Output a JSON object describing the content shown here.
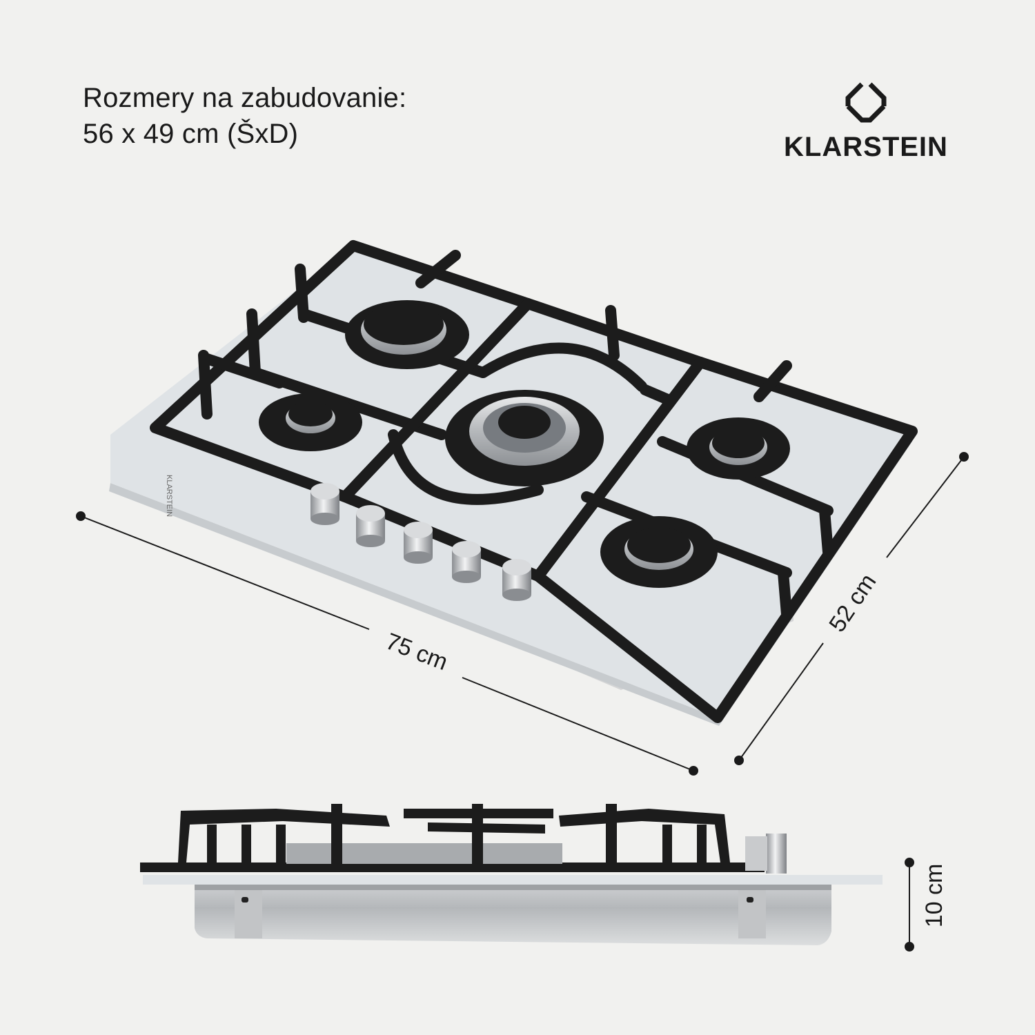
{
  "headline": {
    "line1": "Rozmery na zabudovanie:",
    "line2": "56 x 49 cm (ŠxD)"
  },
  "brand": {
    "name": "KLARSTEIN",
    "panel_logo_text": "KLARSTEIN",
    "logo_icon": "klarstein-diamond-logo-icon"
  },
  "dimensions": {
    "width": "75 cm",
    "depth": "52 cm",
    "height": "10 cm"
  },
  "product": {
    "type": "gas hob",
    "burners": 5,
    "knobs": 5,
    "glass_color": "#dfe3e6",
    "grate_color": "#1c1c1c",
    "steel_color": "#b9bcc0"
  }
}
